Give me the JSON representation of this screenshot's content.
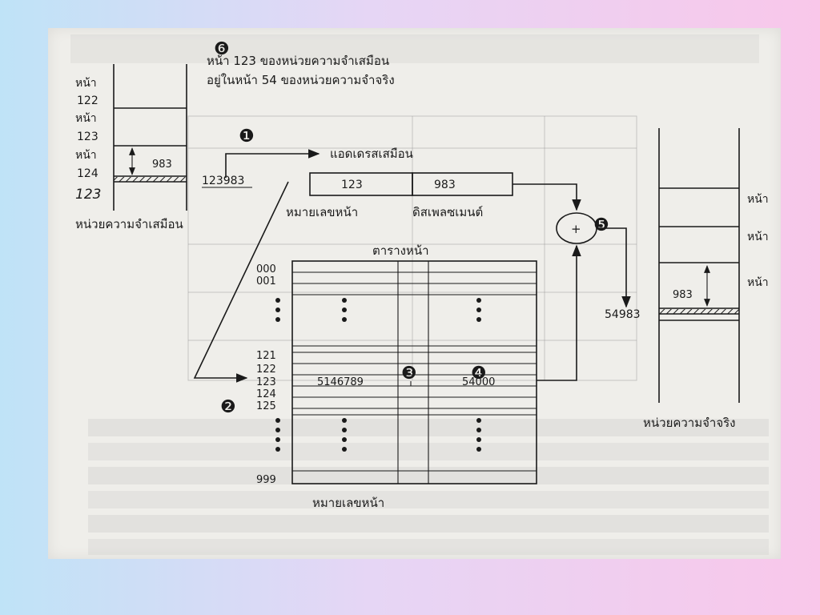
{
  "title_line1": "หน้า  123  ของหน่วยความจำเสมือน",
  "title_line2": "อยู่ในหน้า  54  ของหน่วยความจำจริง",
  "virtual_memory": {
    "caption": "หน่วยความจำเสมือน",
    "page_word": "หน้า",
    "page_122": "122",
    "page_123": "123",
    "page_124": "124",
    "page_123_handwritten": "123",
    "offset_value": "983"
  },
  "virtual_address": {
    "label": "แอดเดรสเสมือน",
    "value": "123983",
    "page_part": "123",
    "offset_part": "983",
    "page_label": "หมายเลขหน้า",
    "offset_label": "ดิสเพลซเมนต์"
  },
  "page_table": {
    "title": "ตารางหน้า",
    "bottom_label": "หมายเลขหน้า",
    "row_numbers": [
      "000",
      "001",
      "121",
      "122",
      "123",
      "124",
      "125",
      "999"
    ],
    "entry_col2": "5146789",
    "entry_col4": "54000"
  },
  "adder": {
    "symbol": "+"
  },
  "physical_address": "54983",
  "real_memory": {
    "caption": "หน่วยความจำจริง",
    "page_word": "หน้า",
    "offset_value": "983"
  },
  "markers": [
    "❻",
    "❶",
    "❺",
    "❷",
    "❸",
    "❹"
  ]
}
